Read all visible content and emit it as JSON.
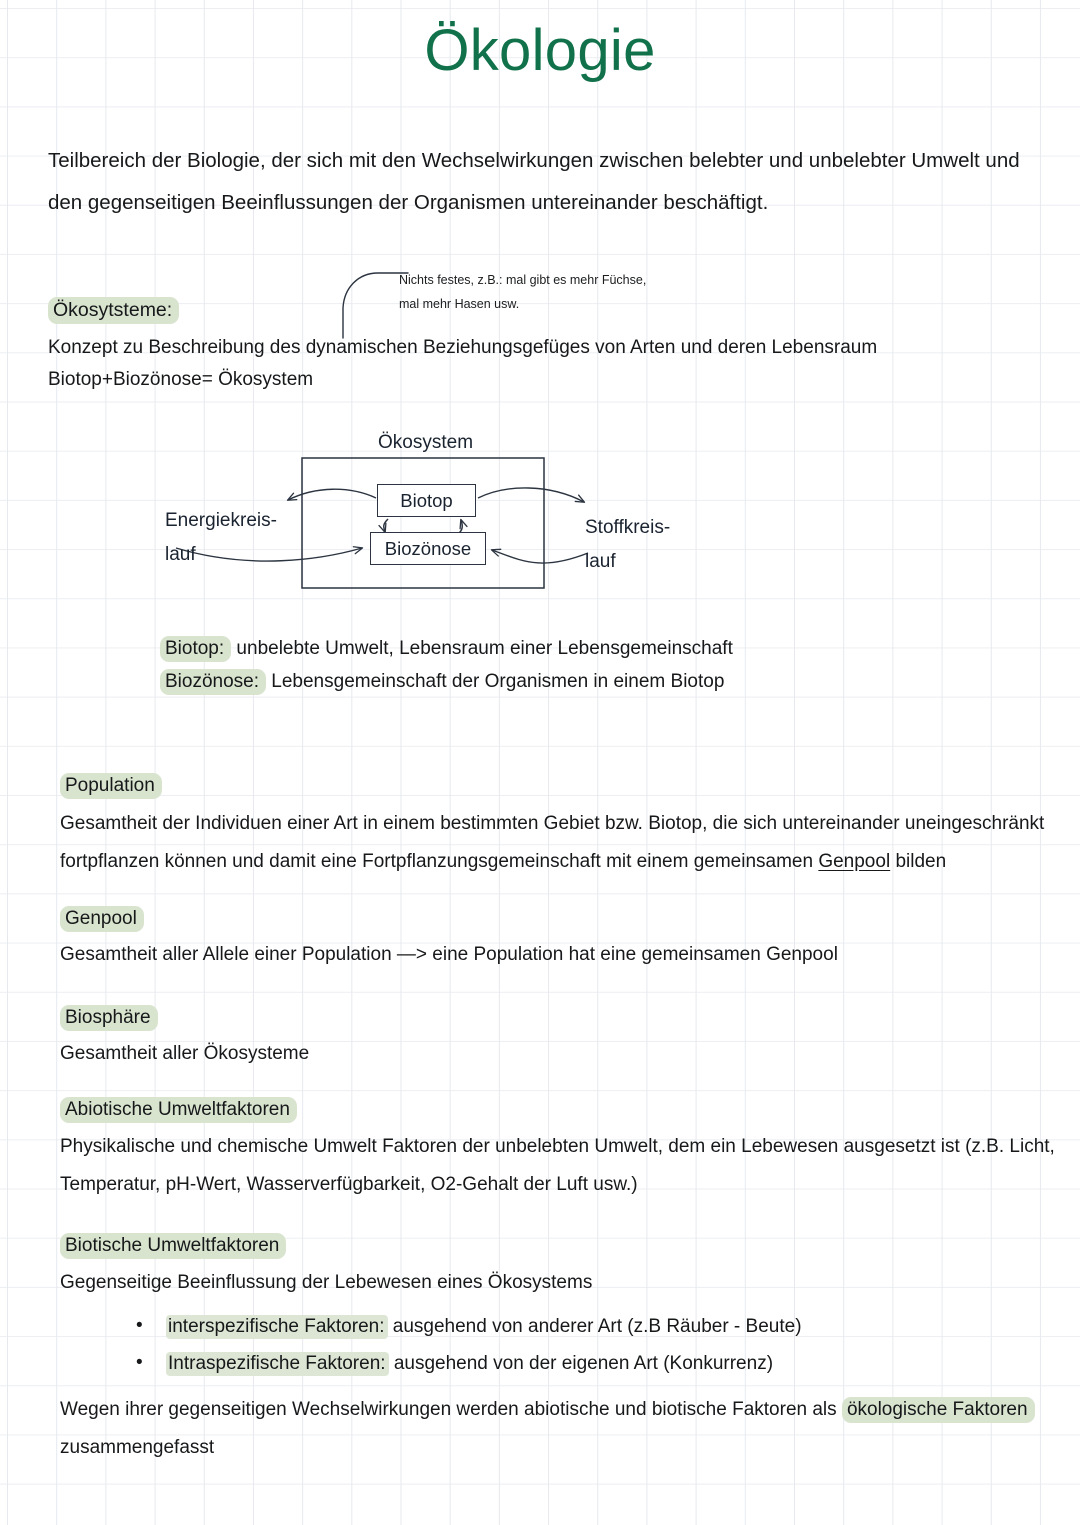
{
  "document": {
    "title": "Ökologie",
    "intro": "Teilbereich der Biologie, der sich mit den Wechselwirkungen zwischen belebter und unbelebter Umwelt und den gegenseitigen Beeinflussungen der Organismen untereinander beschäftigt."
  },
  "annotation": {
    "line1": "Nichts festes, z.B.: mal gibt es mehr Füchse,",
    "line2": "mal mehr Hasen usw."
  },
  "oekosysteme": {
    "heading": "Ökosytsteme:",
    "line1": "Konzept zu Beschreibung des dynamischen Beziehungsgefüges von Arten und deren Lebensraum",
    "line2": "Biotop+Biozönose= Ökosystem"
  },
  "diagram": {
    "title": "Ökosystem",
    "box_biotop": "Biotop",
    "box_biozoenose": "Biozönose",
    "left_label_1": "Energiekreis-",
    "left_label_2": "lauf",
    "right_label_1": "Stoffkreis-",
    "right_label_2": "lauf"
  },
  "definitions": {
    "biotop_term": "Biotop:",
    "biotop_text": " unbelebte Umwelt, Lebensraum einer Lebensgemeinschaft",
    "biozoenose_term": "Biozönose:",
    "biozoenose_text": " Lebensgemeinschaft der Organismen in einem Biotop"
  },
  "sections": {
    "population": {
      "heading": "Population",
      "body_part1": "Gesamtheit der Individuen einer Art in einem bestimmten Gebiet bzw. Biotop, die sich untereinander uneingeschränkt fortpflanzen können und damit eine Fortpflanzungsgemeinschaft mit einem gemeinsamen ",
      "body_link": "Genpool",
      "body_part2": " bilden"
    },
    "genpool": {
      "heading": "Genpool",
      "body": "Gesamtheit aller Allele einer Population —> eine Population hat eine gemeinsamen Genpool"
    },
    "biosphaere": {
      "heading": "Biosphäre",
      "body": "Gesamtheit aller Ökosysteme"
    },
    "abiotische": {
      "heading": "Abiotische Umweltfaktoren",
      "body": "Physikalische und chemische Umwelt Faktoren der unbelebten Umwelt, dem ein Lebewesen ausgesetzt ist (z.B. Licht, Temperatur, pH-Wert, Wasserverfügbarkeit, O2-Gehalt der Luft usw.)"
    },
    "biotische": {
      "heading": "Biotische Umweltfaktoren",
      "body": "Gegenseitige Beeinflussung der Lebewesen eines Ökosystems",
      "bullets": [
        {
          "term": "interspezifische Faktoren:",
          "text": " ausgehend von anderer Art (z.B Räuber - Beute)"
        },
        {
          "term": "Intraspezifische Faktoren:",
          "text": " ausgehend von der eigenen Art (Konkurrenz)"
        }
      ]
    },
    "final": {
      "part1": "Wegen ihrer gegenseitigen Wechselwirkungen werden abiotische und biotische Faktoren als ",
      "highlight": "ökologische Faktoren",
      "part2": " zusammengefasst"
    }
  },
  "colors": {
    "title_green": "#10714a",
    "highlight_green": "#d9e4cf",
    "text": "#16181a",
    "diagram_stroke": "#2b3440",
    "grid_line": "#e6e9ee"
  }
}
